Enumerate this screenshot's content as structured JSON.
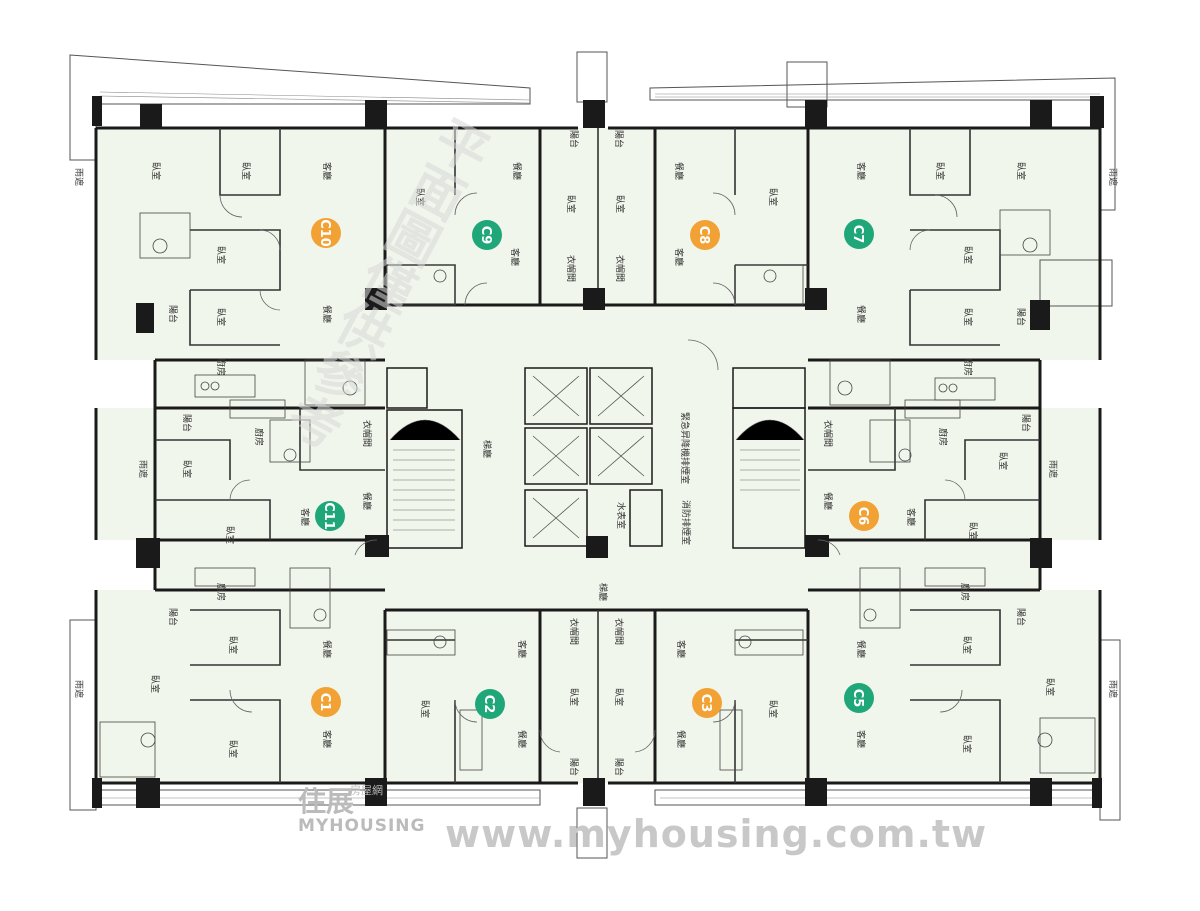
{
  "units": [
    {
      "id": "C10",
      "color": "#f2a235"
    },
    {
      "id": "C9",
      "color": "#1fa77a"
    },
    {
      "id": "C8",
      "color": "#f2a235"
    },
    {
      "id": "C7",
      "color": "#1fa77a"
    },
    {
      "id": "C11",
      "color": "#1fa77a"
    },
    {
      "id": "C6",
      "color": "#f2a235"
    },
    {
      "id": "C1",
      "color": "#f2a235"
    },
    {
      "id": "C2",
      "color": "#1fa77a"
    },
    {
      "id": "C3",
      "color": "#f2a235"
    },
    {
      "id": "C5",
      "color": "#1fa77a"
    }
  ],
  "rooms": {
    "bedroom": "臥室",
    "living": "客廳",
    "dining": "餐廳",
    "kitchen": "廚房",
    "balcony": "陽台",
    "closet": "衣帽間",
    "stair_hall": "梯廳",
    "rain_shelter": "雨遮",
    "emergency_elevator": "緊急昇降機排煙室",
    "water_room": "水表室",
    "fire_elevator": "消防排煙室"
  },
  "watermark": {
    "url": "www.myhousing.com.tw",
    "logo_main": "住展",
    "logo_tag": "房屋網",
    "logo_sub": "MYHOUSING",
    "stamp": "平面圖僅供參考"
  }
}
